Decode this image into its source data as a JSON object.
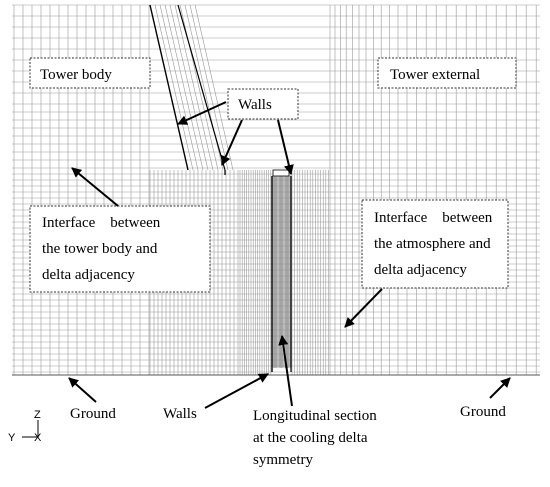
{
  "labels": {
    "tower_body": "Tower body",
    "tower_external": "Tower external",
    "walls_top": "Walls",
    "interface_left_1": "Interface    between",
    "interface_left_2": "the tower body and",
    "interface_left_3": "delta adjacency",
    "interface_right_1": "Interface    between",
    "interface_right_2": "the atmosphere and",
    "interface_right_3": "delta adjacency",
    "ground_left": "Ground",
    "walls_bottom": "Walls",
    "section_1": "Longitudinal section",
    "section_2": "at the cooling delta",
    "section_3": "symmetry",
    "ground_right": "Ground",
    "axis_z": "Z",
    "axis_y": "Y",
    "axis_x": "X"
  },
  "colors": {
    "mesh": "#9a9a9a",
    "mesh_dense": "#6e6e6e",
    "text": "#000000",
    "background": "#ffffff"
  }
}
